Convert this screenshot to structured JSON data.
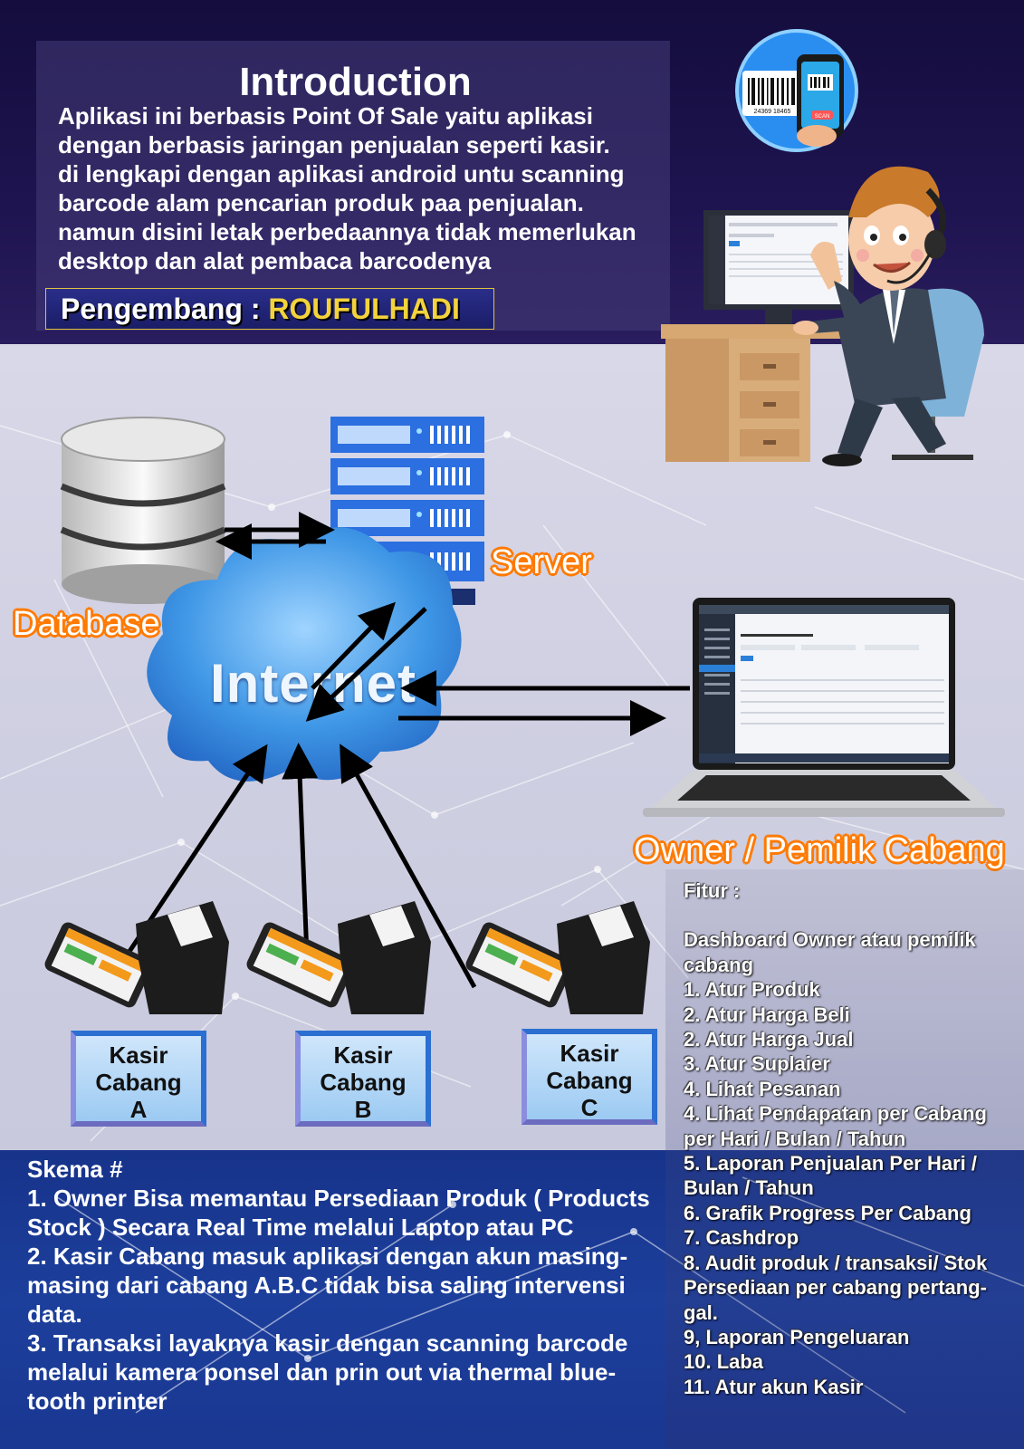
{
  "intro": {
    "title": "Introduction",
    "lines": [
      "Aplikasi ini berbasis Point Of Sale yaitu aplikasi",
      "dengan berbasis jaringan penjualan seperti kasir.",
      "di lengkapi dengan aplikasi android untu scanning",
      "barcode alam pencarian produk paa penjualan.",
      "namun disini letak perbedaannya tidak memerlukan",
      "desktop dan alat pembaca barcodenya"
    ]
  },
  "developer": {
    "label": "Pengembang : ",
    "name": "ROUFULHADI"
  },
  "diagram": {
    "database": "Database",
    "server": "Server",
    "internet": "Internet",
    "owner": "Owner / Pemilik Cabang",
    "scan_button": "SCAN",
    "barcode_number": "24369 18465",
    "kasir": [
      {
        "line1": "Kasir",
        "line2": "Cabang",
        "line3": "A"
      },
      {
        "line1": "Kasir",
        "line2": "Cabang",
        "line3": "B"
      },
      {
        "line1": "Kasir",
        "line2": "Cabang",
        "line3": "C"
      }
    ]
  },
  "fitur": {
    "title": "Fitur :",
    "lines": [
      "",
      "Dashboard Owner atau pemilik",
      "cabang",
      "1. Atur Produk",
      "2. Atur Harga Beli",
      "2. Atur Harga Jual",
      "3. Atur Suplaier",
      "4. Lihat Pesanan",
      "4. Lihat Pendapatan per Cabang",
      "per Hari / Bulan / Tahun",
      "5. Laporan Penjualan Per Hari /",
      "Bulan / Tahun",
      "6. Grafik Progress Per Cabang",
      "7. Cashdrop",
      "8. Audit produk / transaksi/ Stok",
      "Persediaan per cabang pertang-",
      "gal.",
      "9, Laporan Pengeluaran",
      "10. Laba",
      "11. Atur akun Kasir"
    ]
  },
  "skema": {
    "title": "Skema #",
    "lines": [
      "1. Owner Bisa memantau Persediaan Produk ( Products",
      "Stock ) Secara Real Time melalui Laptop atau PC",
      "2. Kasir Cabang masuk aplikasi dengan akun masing-",
      "masing dari cabang A.B.C tidak bisa saling intervensi",
      "data.",
      "3. Transaksi layaknya kasir dengan scanning barcode",
      "melalui kamera ponsel dan prin out via thermal blue-",
      "tooth printer"
    ]
  },
  "colors": {
    "header_bg": "#1e1450",
    "footer_bg": "#1c3f9c",
    "orange_label": "#ff7a00",
    "developer_name": "#f3d33c",
    "cloud": "#2a7fd8"
  }
}
